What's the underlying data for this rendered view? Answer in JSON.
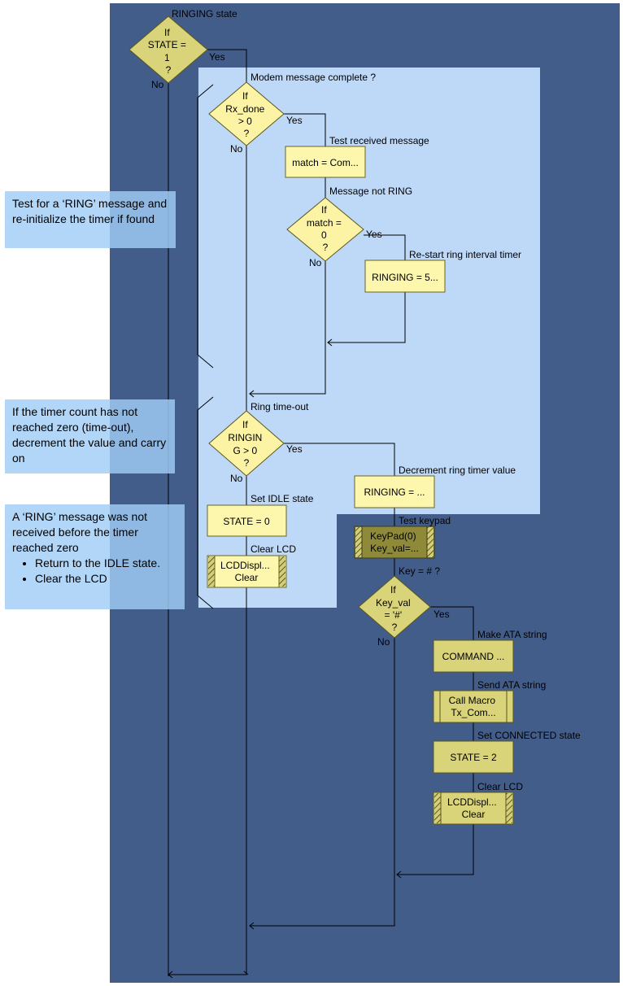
{
  "flowchart": {
    "title": "RINGING state",
    "decisions": {
      "state_check": [
        "If",
        "STATE =",
        "1",
        "?"
      ],
      "rx_done": [
        "If",
        "Rx_done",
        "> 0",
        "?"
      ],
      "match": [
        "If",
        "match =",
        "0",
        "?"
      ],
      "ringing_gt0": [
        "If",
        "RINGIN",
        "G > 0",
        "?"
      ],
      "key_val": [
        "If",
        "Key_val",
        "= '#'",
        "?"
      ]
    },
    "branch_labels": {
      "yes": "Yes",
      "no": "No"
    },
    "step_labels": {
      "modem_message_complete": "Modem message complete ?",
      "test_received_message": "Test received message",
      "message_not_ring": "Message not RING",
      "restart_ring_timer": "Re-start ring interval timer",
      "ring_timeout": "Ring time-out",
      "decrement_ring_timer": "Decrement ring timer value",
      "set_idle_state": "Set IDLE state",
      "clear_lcd_1": "Clear LCD",
      "test_keypad": "Test keypad",
      "key_hash": "Key = # ?",
      "make_ata_string": "Make ATA string",
      "send_ata_string": "Send ATA string",
      "set_connected_state": "Set CONNECTED state",
      "clear_lcd_2": "Clear LCD"
    },
    "boxes": {
      "match_com": "match = Com...",
      "ringing_5": "RINGING = 5...",
      "ringing_dec": "RINGING = ...",
      "state_0": "STATE = 0",
      "lcd_clear_1": [
        "LCDDispl...",
        "Clear"
      ],
      "keypad": [
        "KeyPad(0)",
        "Key_val=..."
      ],
      "command": "COMMAND ...",
      "call_macro": [
        "Call Macro",
        "Tx_Com..."
      ],
      "state_2": "STATE = 2",
      "lcd_clear_2": [
        "LCDDispl...",
        "Clear"
      ]
    }
  },
  "notes": {
    "ring_test": "Test for a ‘RING’ message and re-initialize the timer if found",
    "timer_count": "If the timer count has not reached zero (time-out), decrement the value and carry on",
    "ring_not_received": {
      "text": "A ‘RING’ message was not received before the timer reached zero",
      "bullets": [
        "Return to the IDLE state.",
        "Clear the LCD"
      ]
    }
  },
  "colors": {
    "panel": "#435d8a",
    "highlight": "#bed8f8",
    "decision_fill": "#d9d47a",
    "box_fill": "#fdf6ad",
    "macro_fill": "#8f8a3a",
    "note_fill": "#a0cdf5",
    "line": "#000000"
  }
}
